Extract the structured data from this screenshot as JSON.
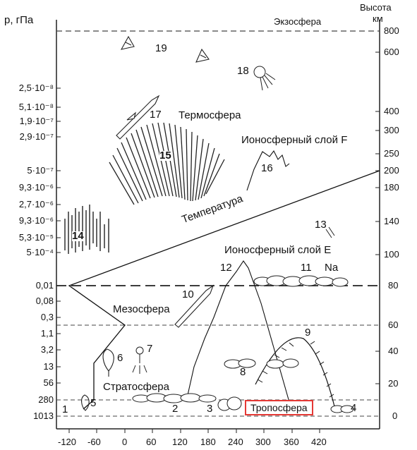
{
  "header": {
    "pressure_axis_title": "р, гПа",
    "height_axis_title_line1": "Высота",
    "height_axis_title_line2": "км",
    "exosphere": "Экзосфера"
  },
  "pressure_labels": [
    "2,5·10⁻⁸",
    "5,1·10⁻⁸",
    "1,9·10⁻⁷",
    "2,9·10⁻⁷",
    "5·10⁻⁷",
    "9,3·10⁻⁶",
    "2,7·10⁻⁶",
    "9,3·10⁻⁶",
    "5,3·10⁻⁵",
    "5·10⁻⁴",
    "0,01",
    "0,08",
    "0,3",
    "1,1",
    "3,2",
    "13",
    "56",
    "280",
    "1013"
  ],
  "height_labels": [
    "800",
    "600",
    "400",
    "300",
    "250",
    "200",
    "180",
    "140",
    "100",
    "80",
    "60",
    "40",
    "20",
    "0"
  ],
  "temperature_labels": [
    "-120",
    "-60",
    "0",
    "60",
    "120",
    "180",
    "240",
    "300",
    "360",
    "420"
  ],
  "layers": {
    "thermosphere": "Термосфера",
    "ionosphere_f": "Ионосферный слой F",
    "temperature": "Температура",
    "ionosphere_e": "Ионосферный слой Е",
    "mesosphere": "Мезосфера",
    "stratosphere": "Стратосфера",
    "troposphere": "Тропосфера",
    "sodium": "Na"
  },
  "markers": [
    "1",
    "2",
    "3",
    "4",
    "5",
    "6",
    "7",
    "8",
    "9",
    "10",
    "11",
    "12",
    "13",
    "14",
    "15",
    "16",
    "17",
    "18",
    "19"
  ]
}
